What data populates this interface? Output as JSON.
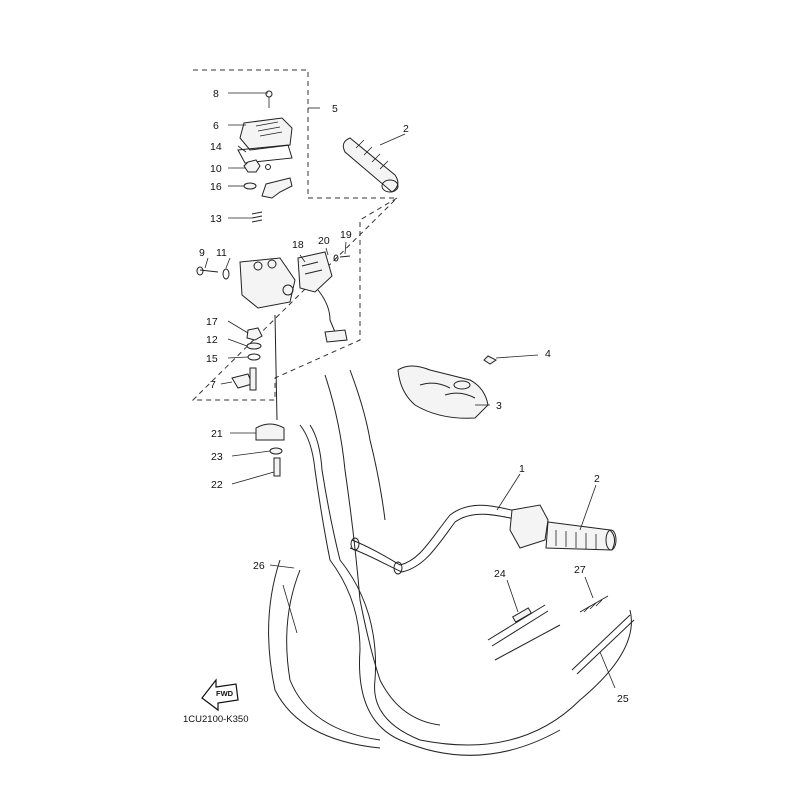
{
  "diagram": {
    "code": "1CU2100-K350",
    "fwd_label": "FWD",
    "callouts": {
      "c1": "1",
      "c2a": "2",
      "c2b": "2",
      "c3": "3",
      "c4": "4",
      "c5": "5",
      "c6": "6",
      "c7": "7",
      "c8": "8",
      "c9": "9",
      "c10": "10",
      "c11": "11",
      "c12": "12",
      "c13": "13",
      "c14": "14",
      "c15": "15",
      "c16": "16",
      "c17": "17",
      "c18": "18",
      "c19": "19",
      "c20": "20",
      "c21": "21",
      "c22": "22",
      "c23": "23",
      "c24": "24",
      "c25": "25",
      "c26": "26",
      "c27": "27"
    }
  }
}
